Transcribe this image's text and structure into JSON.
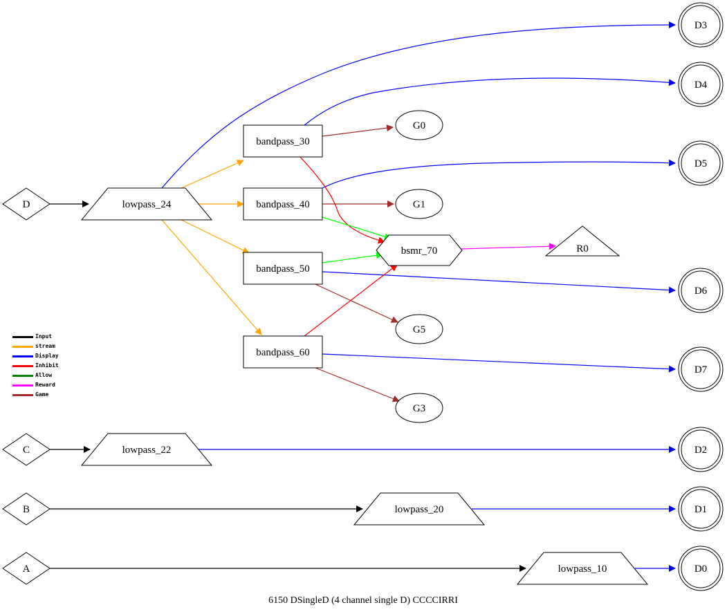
{
  "caption": "6150 DSingleD    (4 channel single D) CCCCIRRI",
  "colors": {
    "input": "#000000",
    "stream": "#ffa500",
    "display": "#0000ff",
    "inhibit": "#ff0000",
    "allow": "#00ff00",
    "reward": "#ff00ff",
    "game": "#a52a2a"
  },
  "legend": [
    {
      "label": "Input",
      "color": "#000000"
    },
    {
      "label": "stream",
      "color": "#ffa500"
    },
    {
      "label": "Display",
      "color": "#0000ff"
    },
    {
      "label": "Inhibit",
      "color": "#ff0000"
    },
    {
      "label": "Allow",
      "color": "#008000"
    },
    {
      "label": "Reward",
      "color": "#ff00ff"
    },
    {
      "label": "Game",
      "color": "#a52a2a"
    }
  ],
  "nodes": [
    {
      "id": "D",
      "label": "D",
      "shape": "diamond"
    },
    {
      "id": "C",
      "label": "C",
      "shape": "diamond"
    },
    {
      "id": "B",
      "label": "B",
      "shape": "diamond"
    },
    {
      "id": "A",
      "label": "A",
      "shape": "diamond"
    },
    {
      "id": "lowpass_24",
      "label": "lowpass_24",
      "shape": "trapezium"
    },
    {
      "id": "lowpass_22",
      "label": "lowpass_22",
      "shape": "trapezium"
    },
    {
      "id": "lowpass_20",
      "label": "lowpass_20",
      "shape": "trapezium"
    },
    {
      "id": "lowpass_10",
      "label": "lowpass_10",
      "shape": "trapezium"
    },
    {
      "id": "bandpass_30",
      "label": "bandpass_30",
      "shape": "box"
    },
    {
      "id": "bandpass_40",
      "label": "bandpass_40",
      "shape": "box"
    },
    {
      "id": "bandpass_50",
      "label": "bandpass_50",
      "shape": "box"
    },
    {
      "id": "bandpass_60",
      "label": "bandpass_60",
      "shape": "box"
    },
    {
      "id": "bsmr_70",
      "label": "bsmr_70",
      "shape": "hexagon"
    },
    {
      "id": "R0",
      "label": "R0",
      "shape": "triangle"
    },
    {
      "id": "G0",
      "label": "G0",
      "shape": "ellipse"
    },
    {
      "id": "G1",
      "label": "G1",
      "shape": "ellipse"
    },
    {
      "id": "G5",
      "label": "G5",
      "shape": "ellipse"
    },
    {
      "id": "G3",
      "label": "G3",
      "shape": "ellipse"
    },
    {
      "id": "D3",
      "label": "D3",
      "shape": "doublecircle"
    },
    {
      "id": "D4",
      "label": "D4",
      "shape": "doublecircle"
    },
    {
      "id": "D5",
      "label": "D5",
      "shape": "doublecircle"
    },
    {
      "id": "D6",
      "label": "D6",
      "shape": "doublecircle"
    },
    {
      "id": "D7",
      "label": "D7",
      "shape": "doublecircle"
    },
    {
      "id": "D2",
      "label": "D2",
      "shape": "doublecircle"
    },
    {
      "id": "D1",
      "label": "D1",
      "shape": "doublecircle"
    },
    {
      "id": "D0",
      "label": "D0",
      "shape": "doublecircle"
    }
  ],
  "edges": [
    {
      "from": "D",
      "to": "lowpass_24",
      "type": "input"
    },
    {
      "from": "C",
      "to": "lowpass_22",
      "type": "input"
    },
    {
      "from": "B",
      "to": "lowpass_20",
      "type": "input"
    },
    {
      "from": "A",
      "to": "lowpass_10",
      "type": "input"
    },
    {
      "from": "lowpass_24",
      "to": "bandpass_30",
      "type": "stream"
    },
    {
      "from": "lowpass_24",
      "to": "bandpass_40",
      "type": "stream"
    },
    {
      "from": "lowpass_24",
      "to": "bandpass_50",
      "type": "stream"
    },
    {
      "from": "lowpass_24",
      "to": "bandpass_60",
      "type": "stream"
    },
    {
      "from": "lowpass_24",
      "to": "D3",
      "type": "display"
    },
    {
      "from": "bandpass_30",
      "to": "D4",
      "type": "display"
    },
    {
      "from": "bandpass_40",
      "to": "D5",
      "type": "display"
    },
    {
      "from": "bandpass_50",
      "to": "D6",
      "type": "display"
    },
    {
      "from": "bandpass_60",
      "to": "D7",
      "type": "display"
    },
    {
      "from": "lowpass_22",
      "to": "D2",
      "type": "display"
    },
    {
      "from": "lowpass_20",
      "to": "D1",
      "type": "display"
    },
    {
      "from": "lowpass_10",
      "to": "D0",
      "type": "display"
    },
    {
      "from": "bandpass_30",
      "to": "G0",
      "type": "game"
    },
    {
      "from": "bandpass_40",
      "to": "G1",
      "type": "game"
    },
    {
      "from": "bandpass_50",
      "to": "G5",
      "type": "game"
    },
    {
      "from": "bandpass_60",
      "to": "G3",
      "type": "game"
    },
    {
      "from": "bandpass_30",
      "to": "bsmr_70",
      "type": "inhibit"
    },
    {
      "from": "bandpass_60",
      "to": "bsmr_70",
      "type": "inhibit"
    },
    {
      "from": "bandpass_40",
      "to": "bsmr_70",
      "type": "allow"
    },
    {
      "from": "bandpass_50",
      "to": "bsmr_70",
      "type": "allow"
    },
    {
      "from": "bsmr_70",
      "to": "R0",
      "type": "reward"
    }
  ]
}
